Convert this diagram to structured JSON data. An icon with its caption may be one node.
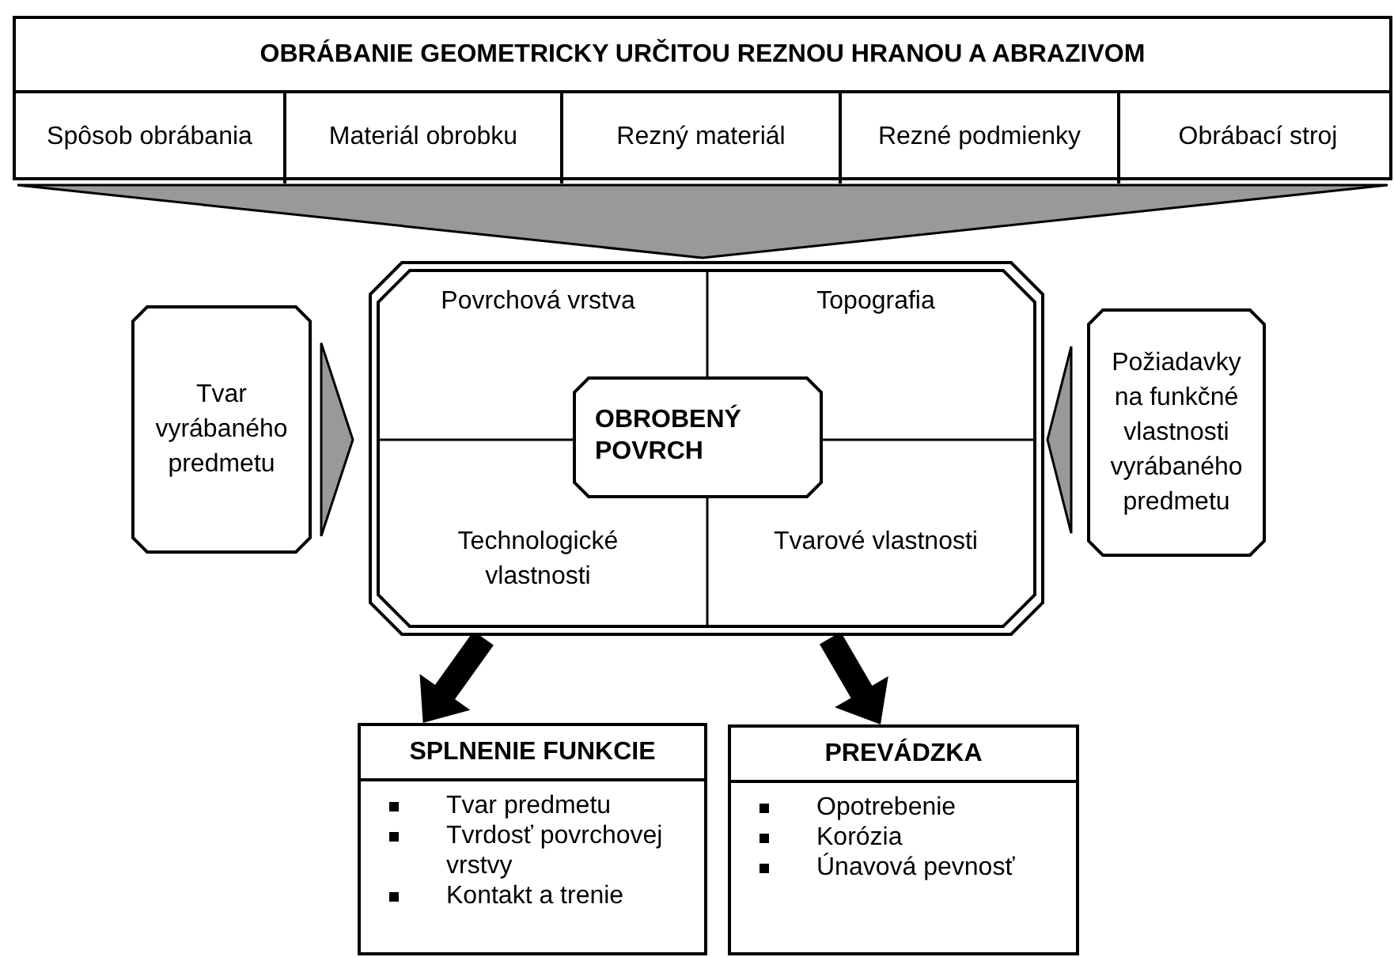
{
  "diagram": {
    "nodes": [
      {
        "text": [
          "OBRÁBANIE GEOMETRICKY URČITOU REZNOU HRANOU A ABRAZIVOM"
        ]
      },
      {
        "text": [
          "Spôsob obrábania"
        ],
        "in": 0
      },
      {
        "text": [
          "Materiál obrobku"
        ],
        "in": 0
      },
      {
        "text": [
          "Rezný materiál"
        ],
        "in": 0
      },
      {
        "text": [
          "Rezné podmienky"
        ],
        "in": 0
      },
      {
        "text": [
          "Obrábací stroj"
        ],
        "in": 0
      },
      {
        "text": [],
        "shape": "box"
      },
      {
        "text": [
          "Povrchová vrstva"
        ],
        "in": 6
      },
      {
        "text": [
          "Topografia"
        ],
        "in": 6
      },
      {
        "text": [
          "Technologické vlastnosti"
        ],
        "in": 6
      },
      {
        "text": [
          "Tvarové vlastnosti"
        ],
        "in": 6
      },
      {
        "text": [
          "OBROBENÝ POVRCH"
        ],
        "in": 6
      },
      {
        "text": [
          "Tvar vyrábaného predmetu"
        ]
      },
      {
        "text": [
          "Požiadavky na funkčné vlastnosti vyrábaného predmetu"
        ]
      },
      {
        "text": [
          "SPLNENIE FUNKCIE",
          "Tvar predmetu",
          "Tvrdosť povrchovej vrstvy",
          "Kontakt a trenie"
        ]
      },
      {
        "text": [
          "PREVÁDZKA",
          "Opotrebenie",
          "Korózia",
          "Únavová pevnosť"
        ]
      }
    ],
    "edges": [
      {
        "from": 0,
        "to": 6,
        "arrow": "to"
      },
      {
        "from": 12,
        "to": 6,
        "arrow": "to"
      },
      {
        "from": 13,
        "to": 6,
        "arrow": "to"
      },
      {
        "from": 6,
        "to": 14,
        "arrow": "to",
        "color": "#000000"
      },
      {
        "from": 6,
        "to": 15,
        "arrow": "to",
        "color": "#000000"
      }
    ]
  }
}
